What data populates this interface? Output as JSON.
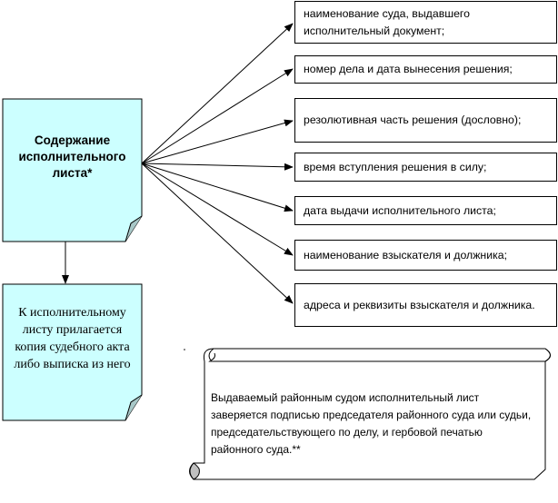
{
  "main": {
    "title": "Содержание исполнительного листа*",
    "fill": "#ccffff"
  },
  "items": [
    "наименование суда, выдавшего исполнительный документ;",
    "номер дела и дата вынесения решения;",
    "резолютивная часть решения (дословно);",
    "время вступления решения в силу;",
    "дата выдачи исполнительного листа;",
    "наименование взыскателя и должника;",
    "адреса и реквизиты взыскателя и должника."
  ],
  "attachment": {
    "text": "К исполнительному листу прилагается копия  судебного акта либо выписка из него",
    "fill": "#ccffff"
  },
  "note": {
    "text": "Выдаваемый районным судом исполнительный лист заверяется подписью председателя районного суда или судьи, председательствующего по делу, и гербовой печатью районного суда.**"
  }
}
